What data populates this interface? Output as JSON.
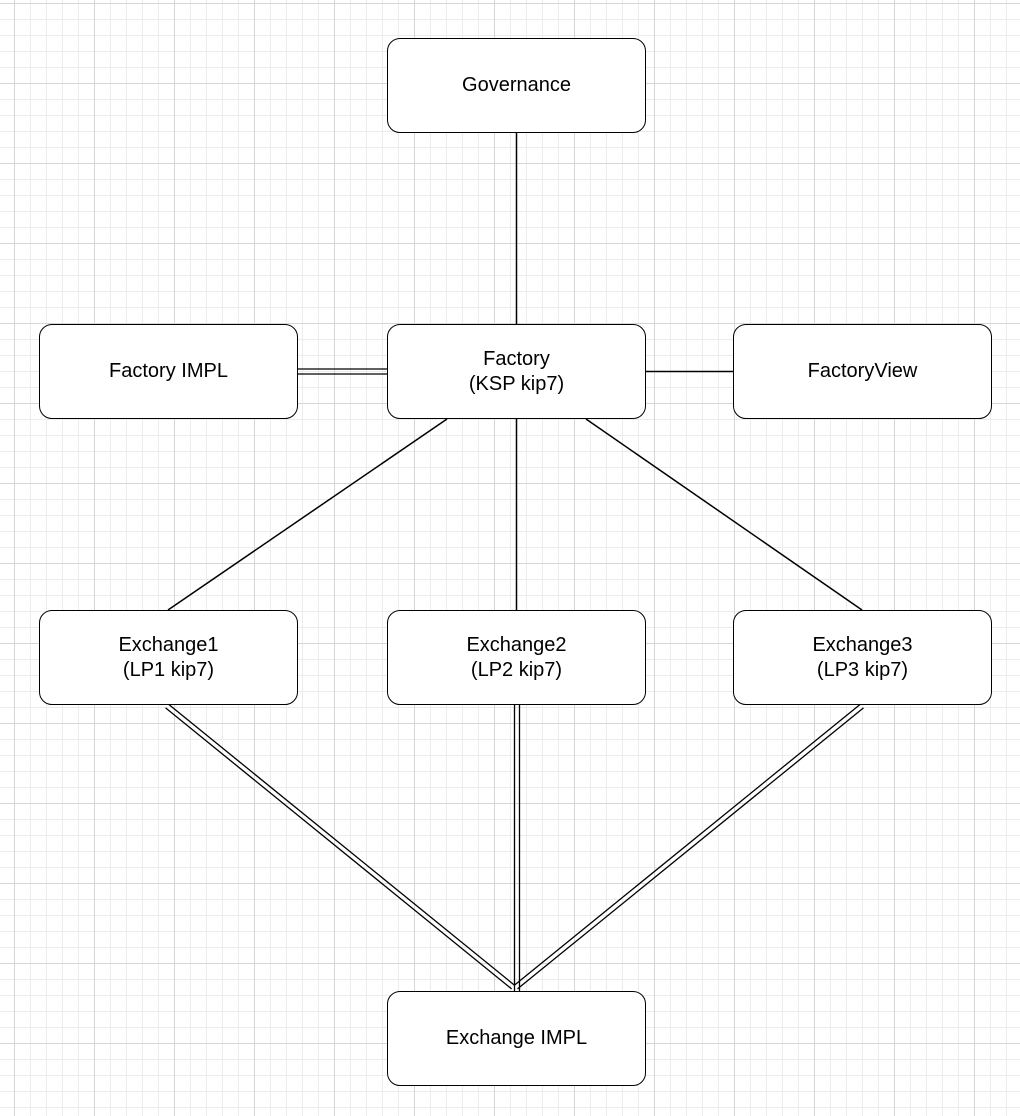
{
  "diagram": {
    "type": "architecture",
    "nodes": {
      "governance": {
        "line1": "Governance",
        "line2": ""
      },
      "factory_impl": {
        "line1": "Factory IMPL",
        "line2": ""
      },
      "factory": {
        "line1": "Factory",
        "line2": "(KSP kip7)"
      },
      "factory_view": {
        "line1": "FactoryView",
        "line2": ""
      },
      "exchange1": {
        "line1": "Exchange1",
        "line2": "(LP1 kip7)"
      },
      "exchange2": {
        "line1": "Exchange2",
        "line2": "(LP2 kip7)"
      },
      "exchange3": {
        "line1": "Exchange3",
        "line2": "(LP3 kip7)"
      },
      "exchange_impl": {
        "line1": "Exchange IMPL",
        "line2": ""
      }
    },
    "edges": [
      {
        "from": "governance",
        "to": "factory",
        "style": "single"
      },
      {
        "from": "factory",
        "to": "factory_impl",
        "style": "double"
      },
      {
        "from": "factory",
        "to": "factory_view",
        "style": "single"
      },
      {
        "from": "factory",
        "to": "exchange1",
        "style": "single"
      },
      {
        "from": "factory",
        "to": "exchange2",
        "style": "single"
      },
      {
        "from": "factory",
        "to": "exchange3",
        "style": "single"
      },
      {
        "from": "exchange1",
        "to": "exchange_impl",
        "style": "double"
      },
      {
        "from": "exchange2",
        "to": "exchange_impl",
        "style": "double"
      },
      {
        "from": "exchange3",
        "to": "exchange_impl",
        "style": "double"
      }
    ],
    "colors": {
      "background": "#ffffff",
      "grid_major": "#d6d6d6",
      "grid_minor": "#ececec",
      "stroke": "#000000",
      "node_fill": "#ffffff"
    }
  }
}
